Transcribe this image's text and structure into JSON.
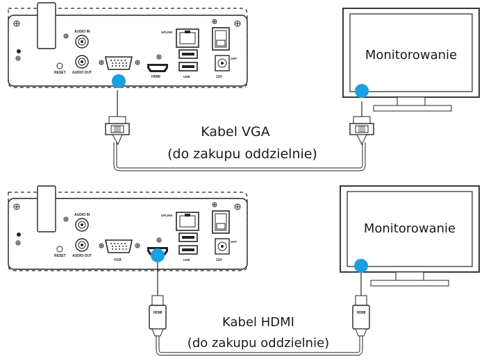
{
  "top": {
    "monitor_label": "Monitorowanie",
    "cable_line1": "Kabel VGA",
    "cable_line2": "(do zakupu oddzielnie)",
    "ports": {
      "audio_in": "AUDIO IN",
      "audio_out": "AUDIO OUT",
      "reset": "RESET",
      "hdmi": "HDMI",
      "uplink": "UPLINK",
      "usb": "USB",
      "power": "12V",
      "off": "OFF"
    }
  },
  "bottom": {
    "monitor_label": "Monitorowanie",
    "cable_line1": "Kabel HDMI",
    "cable_line2": "(do zakupu oddzielnie)",
    "connector_text": "HDMI",
    "ports": {
      "audio_in": "AUDIO IN",
      "audio_out": "AUDIO OUT",
      "reset": "RESET",
      "vga": "VGA",
      "uplink": "UPLINK",
      "usb": "USB",
      "power": "12V",
      "off": "OFF"
    }
  },
  "colors": {
    "accent_dot": "#1aa0e0",
    "line": "#222222"
  }
}
